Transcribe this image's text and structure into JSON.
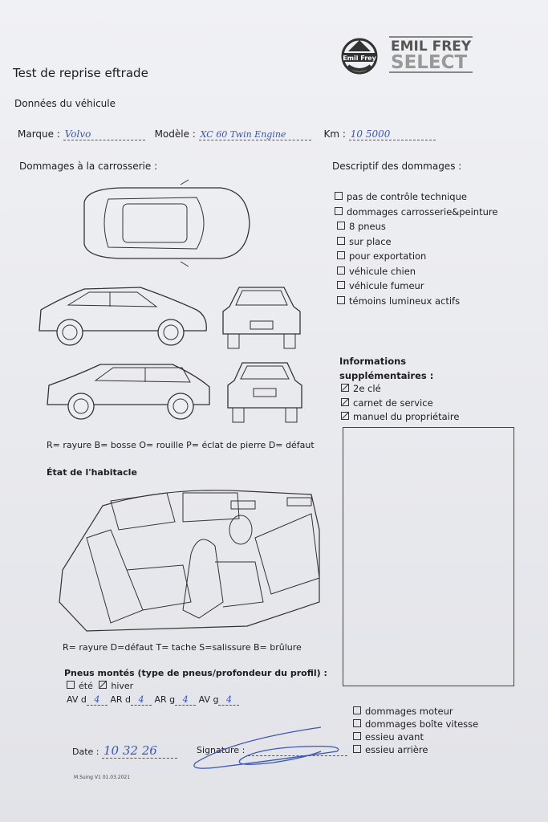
{
  "header": {
    "title": "Test de reprise eftrade",
    "logo_badge": "Emil Frey",
    "logo_line1": "EMIL FREY",
    "logo_line2": "SELECT"
  },
  "vehicle": {
    "section": "Données du véhicule",
    "marque_label": "Marque :",
    "marque_value": "Volvo",
    "modele_label": "Modèle :",
    "modele_value": "XC 60 Twin Engine",
    "km_label": "Km :",
    "km_value": "10 5000"
  },
  "body_damage": {
    "title": "Dommages à la carrosserie :",
    "legend": "R= rayure B= bosse O= rouille P= éclat de pierre D= défaut"
  },
  "damage_desc": {
    "title": "Descriptif des dommages :",
    "items": [
      {
        "label": "pas de contrôle technique",
        "checked": false
      },
      {
        "label": "dommages carrosserie&peinture",
        "checked": false
      },
      {
        "label": "8 pneus",
        "checked": false
      },
      {
        "label": "sur place",
        "checked": false
      },
      {
        "label": "pour exportation",
        "checked": false
      },
      {
        "label": "véhicule chien",
        "checked": false
      },
      {
        "label": "véhicule fumeur",
        "checked": false
      },
      {
        "label": "témoins lumineux actifs",
        "checked": false
      }
    ]
  },
  "extra": {
    "title1": "Informations",
    "title2": "supplémentaires :",
    "items": [
      {
        "label": "2e clé",
        "checked": true
      },
      {
        "label": "carnet de service",
        "checked": true
      },
      {
        "label": "manuel du propriétaire",
        "checked": true
      }
    ]
  },
  "interior": {
    "title": "État de l'habitacle",
    "legend": "R= rayure D=défaut T= tache S=salissure B= brûlure"
  },
  "tires": {
    "title": "Pneus montés (type de pneus/profondeur du profil) :",
    "ete": "été",
    "hiver": "hiver",
    "ete_checked": false,
    "hiver_checked": true,
    "depths": [
      {
        "label": "AV d",
        "value": "4"
      },
      {
        "label": "AR d",
        "value": "4"
      },
      {
        "label": "AR g",
        "value": "4"
      },
      {
        "label": "AV g",
        "value": "4"
      }
    ]
  },
  "mechanical": [
    {
      "label": "dommages moteur",
      "checked": false
    },
    {
      "label": "dommages boîte vitesse",
      "checked": false
    },
    {
      "label": "essieu avant",
      "checked": false
    },
    {
      "label": "essieu arrière",
      "checked": false
    }
  ],
  "footer": {
    "date_label": "Date :",
    "date_value": "10 32 26",
    "signature_label": "Signature :",
    "version": "M.Suing V1 01.03.2021"
  }
}
